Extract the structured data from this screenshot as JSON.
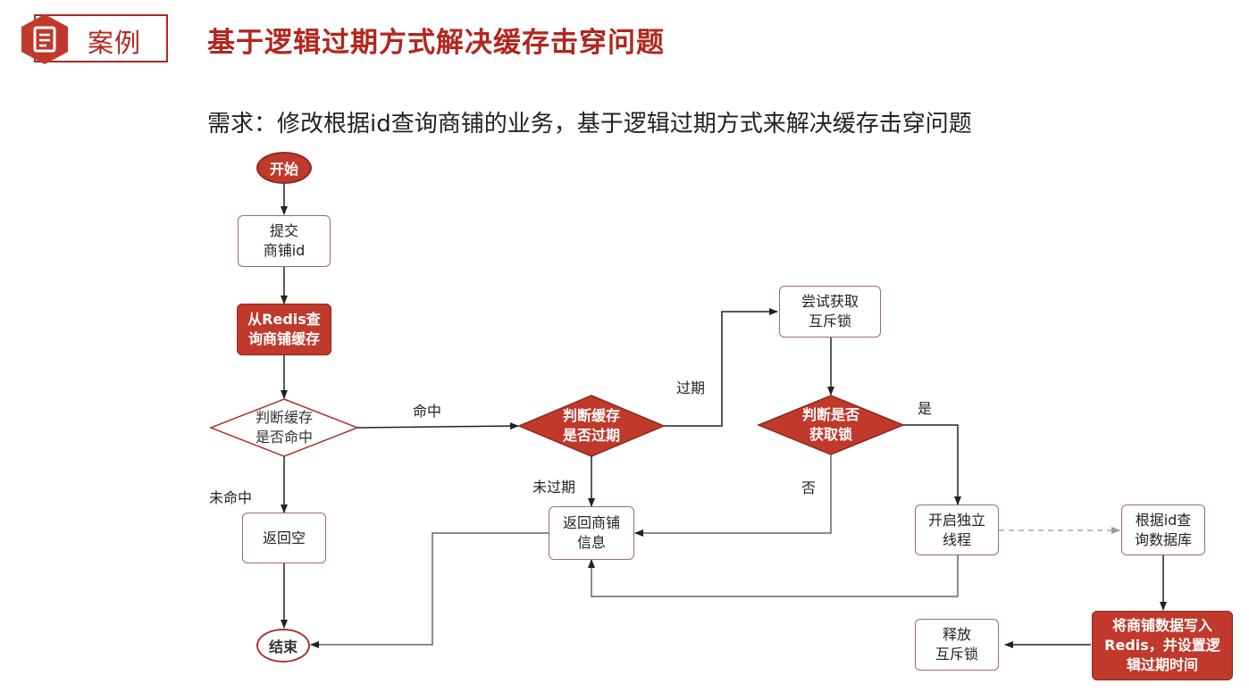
{
  "header": {
    "badge_label": "案例",
    "title": "基于逻辑过期方式解决缓存击穿问题"
  },
  "requirement": "需求：修改根据id查询商铺的业务，基于逻辑过期方式来解决缓存击穿问题",
  "flow": {
    "start": "开始",
    "submit_id": "提交\n商铺id",
    "query_redis": "从Redis查\n询商铺缓存",
    "check_hit": "判断缓存\n是否命中",
    "return_empty": "返回空",
    "end": "结束",
    "check_expired": "判断缓存\n是否过期",
    "return_shop": "返回商铺\n信息",
    "try_lock": "尝试获取\n互斥锁",
    "check_lock": "判断是否\n获取锁",
    "start_thread": "开启独立\n线程",
    "query_db": "根据id查\n询数据库",
    "write_redis": "将商铺数据写入\nRedis，并设置逻\n辑过期时间",
    "release_lock": "释放\n互斥锁"
  },
  "edge_labels": {
    "hit": "命中",
    "miss": "未命中",
    "expired": "过期",
    "not_expired": "未过期",
    "yes": "是",
    "no": "否"
  },
  "colors": {
    "accent": "#c0392b",
    "accent_dark": "#b3261e",
    "border": "#9c6b6b",
    "line": "#222222",
    "dashed": "#aaaaaa"
  }
}
